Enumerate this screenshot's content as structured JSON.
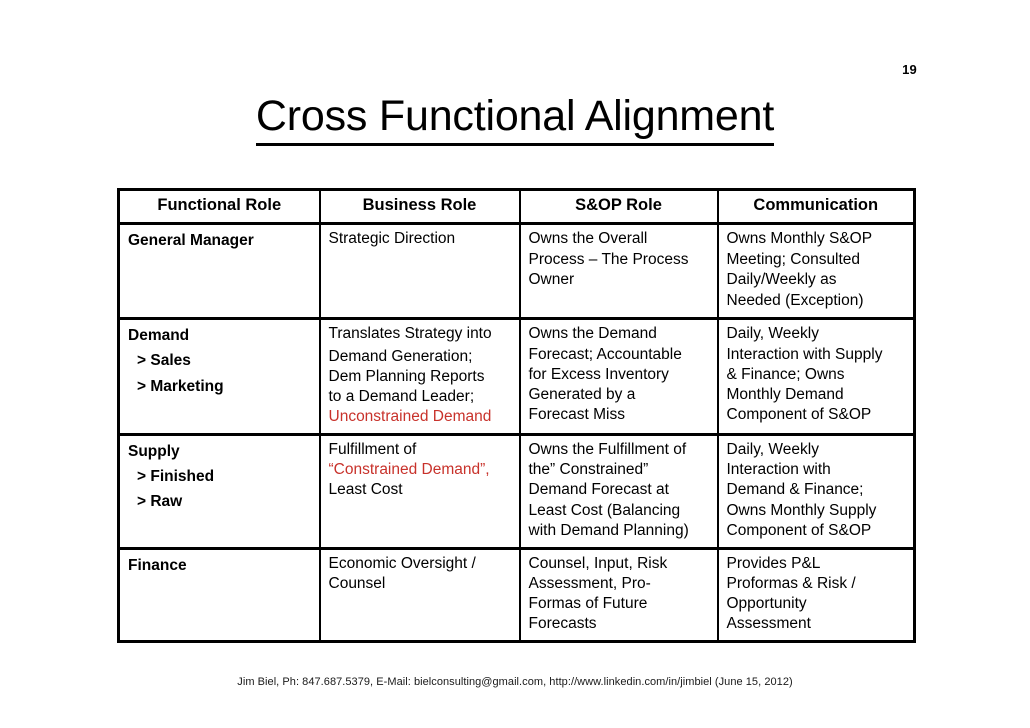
{
  "slide": {
    "page_number": "19",
    "title": "Cross Functional Alignment",
    "footer": "Jim Biel, Ph: 847.687.5379, E-Mail: bielconsulting@gmail.com, http://www.linkedin.com/in/jimbiel  (June 15, 2012)",
    "accent_red": "#C8322B",
    "text_color": "#000000",
    "background": "#FFFFFF"
  },
  "table": {
    "headers": [
      "Functional Role",
      "Business Role",
      "S&OP Role",
      "Communication"
    ],
    "rows": [
      {
        "role": {
          "name": "General Manager",
          "subitems": []
        },
        "business_role": [
          {
            "text": "Strategic Direction",
            "color": "black"
          }
        ],
        "sop_role": [
          {
            "text": "Owns the Overall",
            "color": "black"
          },
          {
            "text": "Process – The Process",
            "color": "black"
          },
          {
            "text": "Owner",
            "color": "black"
          }
        ],
        "communication": [
          {
            "text": "Owns Monthly S&OP",
            "color": "black"
          },
          {
            "text": "Meeting; Consulted",
            "color": "black"
          },
          {
            "text": "Daily/Weekly as",
            "color": "black"
          },
          {
            "text": "Needed (Exception)",
            "color": "black"
          }
        ]
      },
      {
        "role": {
          "name": "Demand",
          "subitems": [
            "> Sales",
            "> Marketing"
          ]
        },
        "business_role": [
          {
            "text": "Translates Strategy into",
            "color": "black",
            "gap_after": true
          },
          {
            "text": "Demand Generation;",
            "color": "black"
          },
          {
            "text": "Dem Planning Reports",
            "color": "black"
          },
          {
            "text": "to a Demand Leader;",
            "color": "black"
          },
          {
            "text": "Unconstrained Demand",
            "color": "red"
          }
        ],
        "sop_role": [
          {
            "text": "Owns the Demand",
            "color": "black"
          },
          {
            "text": "Forecast; Accountable",
            "color": "black"
          },
          {
            "text": "for Excess Inventory",
            "color": "black"
          },
          {
            "text": "Generated by a",
            "color": "black"
          },
          {
            "text": "Forecast Miss",
            "color": "black"
          }
        ],
        "communication": [
          {
            "text": "Daily, Weekly",
            "color": "black"
          },
          {
            "text": "Interaction with Supply",
            "color": "black"
          },
          {
            "text": "& Finance; Owns",
            "color": "black"
          },
          {
            "text": "Monthly Demand",
            "color": "black"
          },
          {
            "text": "Component of S&OP",
            "color": "black"
          }
        ]
      },
      {
        "role": {
          "name": "Supply",
          "subitems": [
            "> Finished",
            "> Raw"
          ]
        },
        "business_role": [
          {
            "text": "Fulfillment of",
            "color": "black"
          },
          {
            "text": "“Constrained Demand”,",
            "color": "red"
          },
          {
            "text": "Least Cost",
            "color": "black"
          }
        ],
        "sop_role": [
          {
            "text": "Owns the Fulfillment of",
            "color": "black"
          },
          {
            "text": "the” Constrained”",
            "color": "black"
          },
          {
            "text": "Demand Forecast at",
            "color": "black"
          },
          {
            "text": "Least Cost (Balancing",
            "color": "black"
          },
          {
            "text": "with Demand Planning)",
            "color": "black"
          }
        ],
        "communication": [
          {
            "text": "Daily, Weekly",
            "color": "black"
          },
          {
            "text": "Interaction with",
            "color": "black"
          },
          {
            "text": "Demand & Finance;",
            "color": "black"
          },
          {
            "text": "Owns Monthly Supply",
            "color": "black"
          },
          {
            "text": "Component of S&OP",
            "color": "black"
          }
        ]
      },
      {
        "role": {
          "name": "Finance",
          "subitems": []
        },
        "business_role": [
          {
            "text": "Economic Oversight /",
            "color": "black"
          },
          {
            "text": "Counsel",
            "color": "black"
          }
        ],
        "sop_role": [
          {
            "text": "Counsel, Input, Risk",
            "color": "black"
          },
          {
            "text": "Assessment, Pro-",
            "color": "black"
          },
          {
            "text": "Formas of Future",
            "color": "black"
          },
          {
            "text": "Forecasts",
            "color": "black"
          }
        ],
        "communication": [
          {
            "text": "Provides P&L",
            "color": "black"
          },
          {
            "text": "Proformas & Risk /",
            "color": "black"
          },
          {
            "text": "Opportunity",
            "color": "black"
          },
          {
            "text": "Assessment",
            "color": "black"
          }
        ]
      }
    ]
  }
}
